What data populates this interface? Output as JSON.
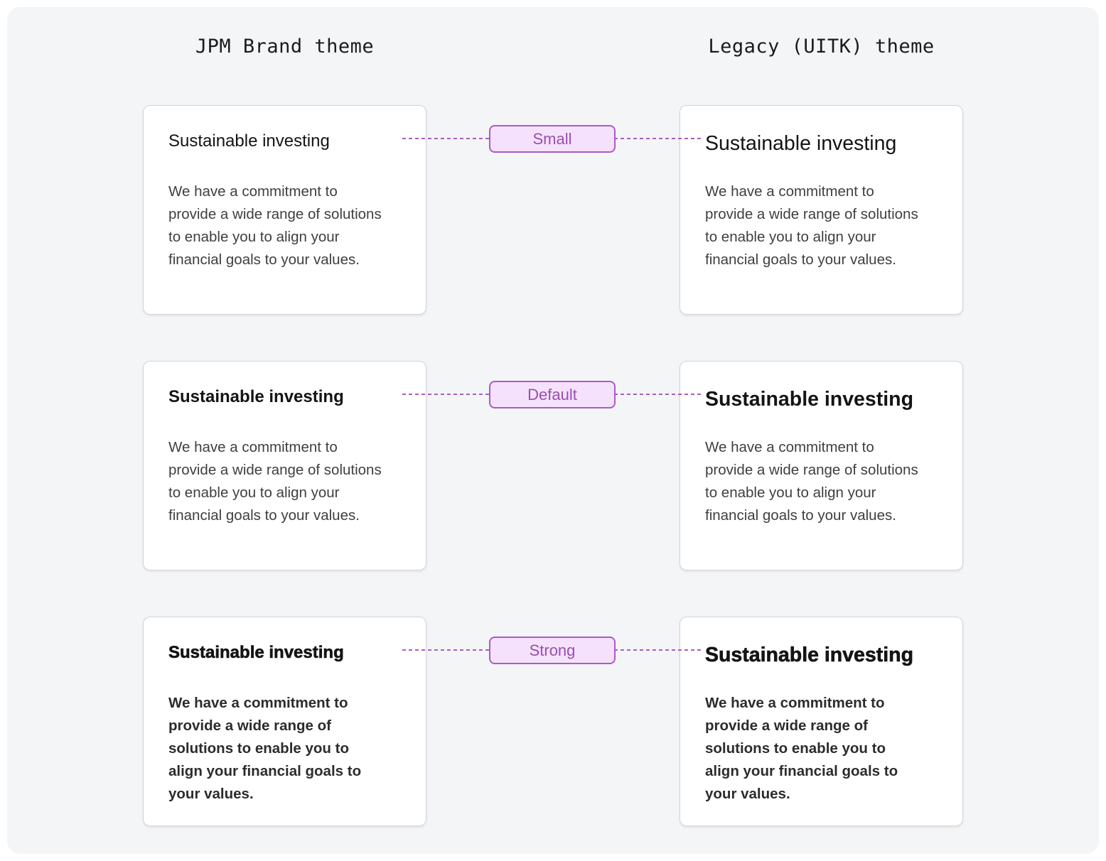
{
  "columns": {
    "left": {
      "title": "JPM Brand theme"
    },
    "right": {
      "title": "Legacy (UITK) theme"
    }
  },
  "rows": [
    {
      "label": "Small",
      "left": {
        "heading": "Sustainable investing",
        "body": "We have a commitment to provide a wide range of solutions to enable you to align your financial goals to your values."
      },
      "right": {
        "heading": "Sustainable investing",
        "body": "We have a commitment to provide a wide range of solutions to enable you to align your financial goals to your values."
      }
    },
    {
      "label": "Default",
      "left": {
        "heading": "Sustainable investing",
        "body": "We have a commitment to provide a wide range of solutions to enable you to align your financial goals to your values."
      },
      "right": {
        "heading": "Sustainable investing",
        "body": "We have a commitment to provide a wide range of solutions to enable you to align your financial goals to your values."
      }
    },
    {
      "label": "Strong",
      "left": {
        "heading": "Sustainable investing",
        "body": "We have a commitment to provide a wide range of solutions to enable you to align your financial goals to your values."
      },
      "right": {
        "heading": "Sustainable investing",
        "body": "We have a commitment to provide a wide range of solutions to enable you to align your financial goals to your values."
      }
    }
  ],
  "colors": {
    "panel_bg": "#f4f5f7",
    "card_bg": "#ffffff",
    "card_border": "#d3d4d8",
    "accent_purple": "#a55fc6",
    "badge_bg": "#f5e1fb",
    "badge_border": "#a85cc6",
    "badge_text": "#9a4fae",
    "heading_text": "#141414",
    "body_text": "#3f3f41",
    "title_text": "#1b1b1b"
  }
}
